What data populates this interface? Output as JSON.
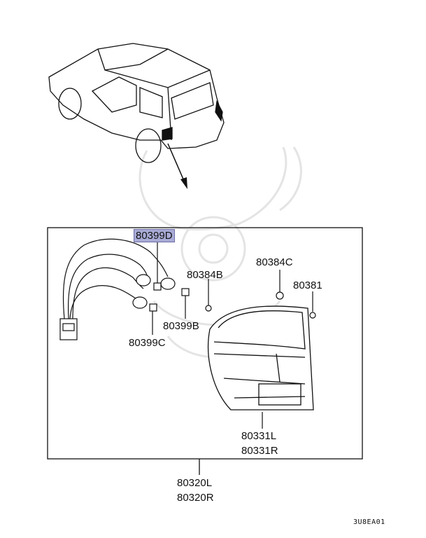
{
  "callouts": {
    "wiring_harness": "80399D",
    "socket_b": "80384B",
    "bulb_b": "80399B",
    "bulb_c": "80399C",
    "screw_c": "80384C",
    "screw": "80381",
    "lens_left": "80331L",
    "lens_right": "80331R",
    "assembly_left": "80320L",
    "assembly_right": "80320R"
  },
  "diagram_code": "3U8EA01",
  "colors": {
    "highlight": "#a9abd6",
    "line": "#111111",
    "watermark": "#e4e4e4"
  }
}
